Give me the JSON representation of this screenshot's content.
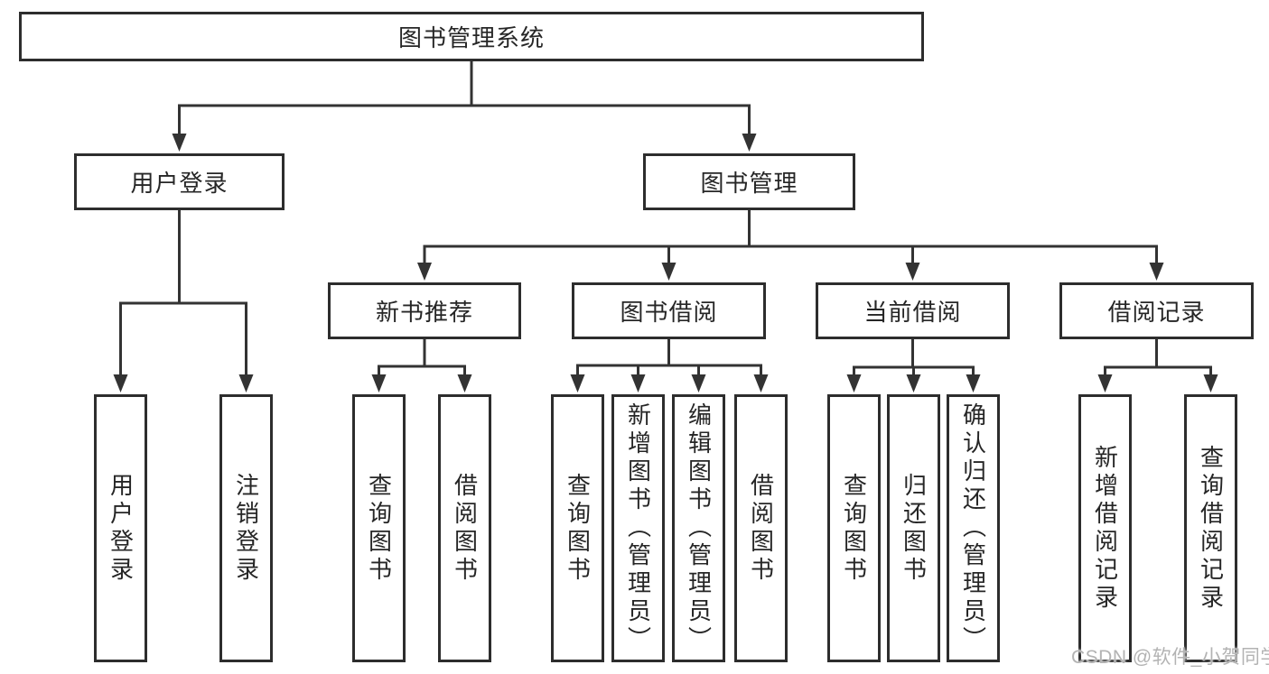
{
  "diagram": {
    "tree": {
      "label": "图书管理系统",
      "children": [
        {
          "label": "用户登录",
          "children": [
            {
              "label": "用户登录"
            },
            {
              "label": "注销登录"
            }
          ]
        },
        {
          "label": "图书管理",
          "children": [
            {
              "label": "新书推荐",
              "children": [
                {
                  "label": "查询图书"
                },
                {
                  "label": "借阅图书"
                }
              ]
            },
            {
              "label": "图书借阅",
              "children": [
                {
                  "label": "查询图书"
                },
                {
                  "label": "新增图书（管理员）"
                },
                {
                  "label": "编辑图书（管理员）"
                },
                {
                  "label": "借阅图书"
                }
              ]
            },
            {
              "label": "当前借阅",
              "children": [
                {
                  "label": "查询图书"
                },
                {
                  "label": "归还图书"
                },
                {
                  "label": "确认归还（管理员）"
                }
              ]
            },
            {
              "label": "借阅记录",
              "children": [
                {
                  "label": "新增借阅记录"
                },
                {
                  "label": "查询借阅记录"
                }
              ]
            }
          ]
        }
      ]
    },
    "colors": {
      "line": "#333333",
      "border": "#2d2d2d",
      "text": "#262626",
      "background": "#ffffff",
      "watermark": "#b3b3b3"
    }
  },
  "watermark": {
    "text": "CSDN @软件_小贺同学"
  }
}
